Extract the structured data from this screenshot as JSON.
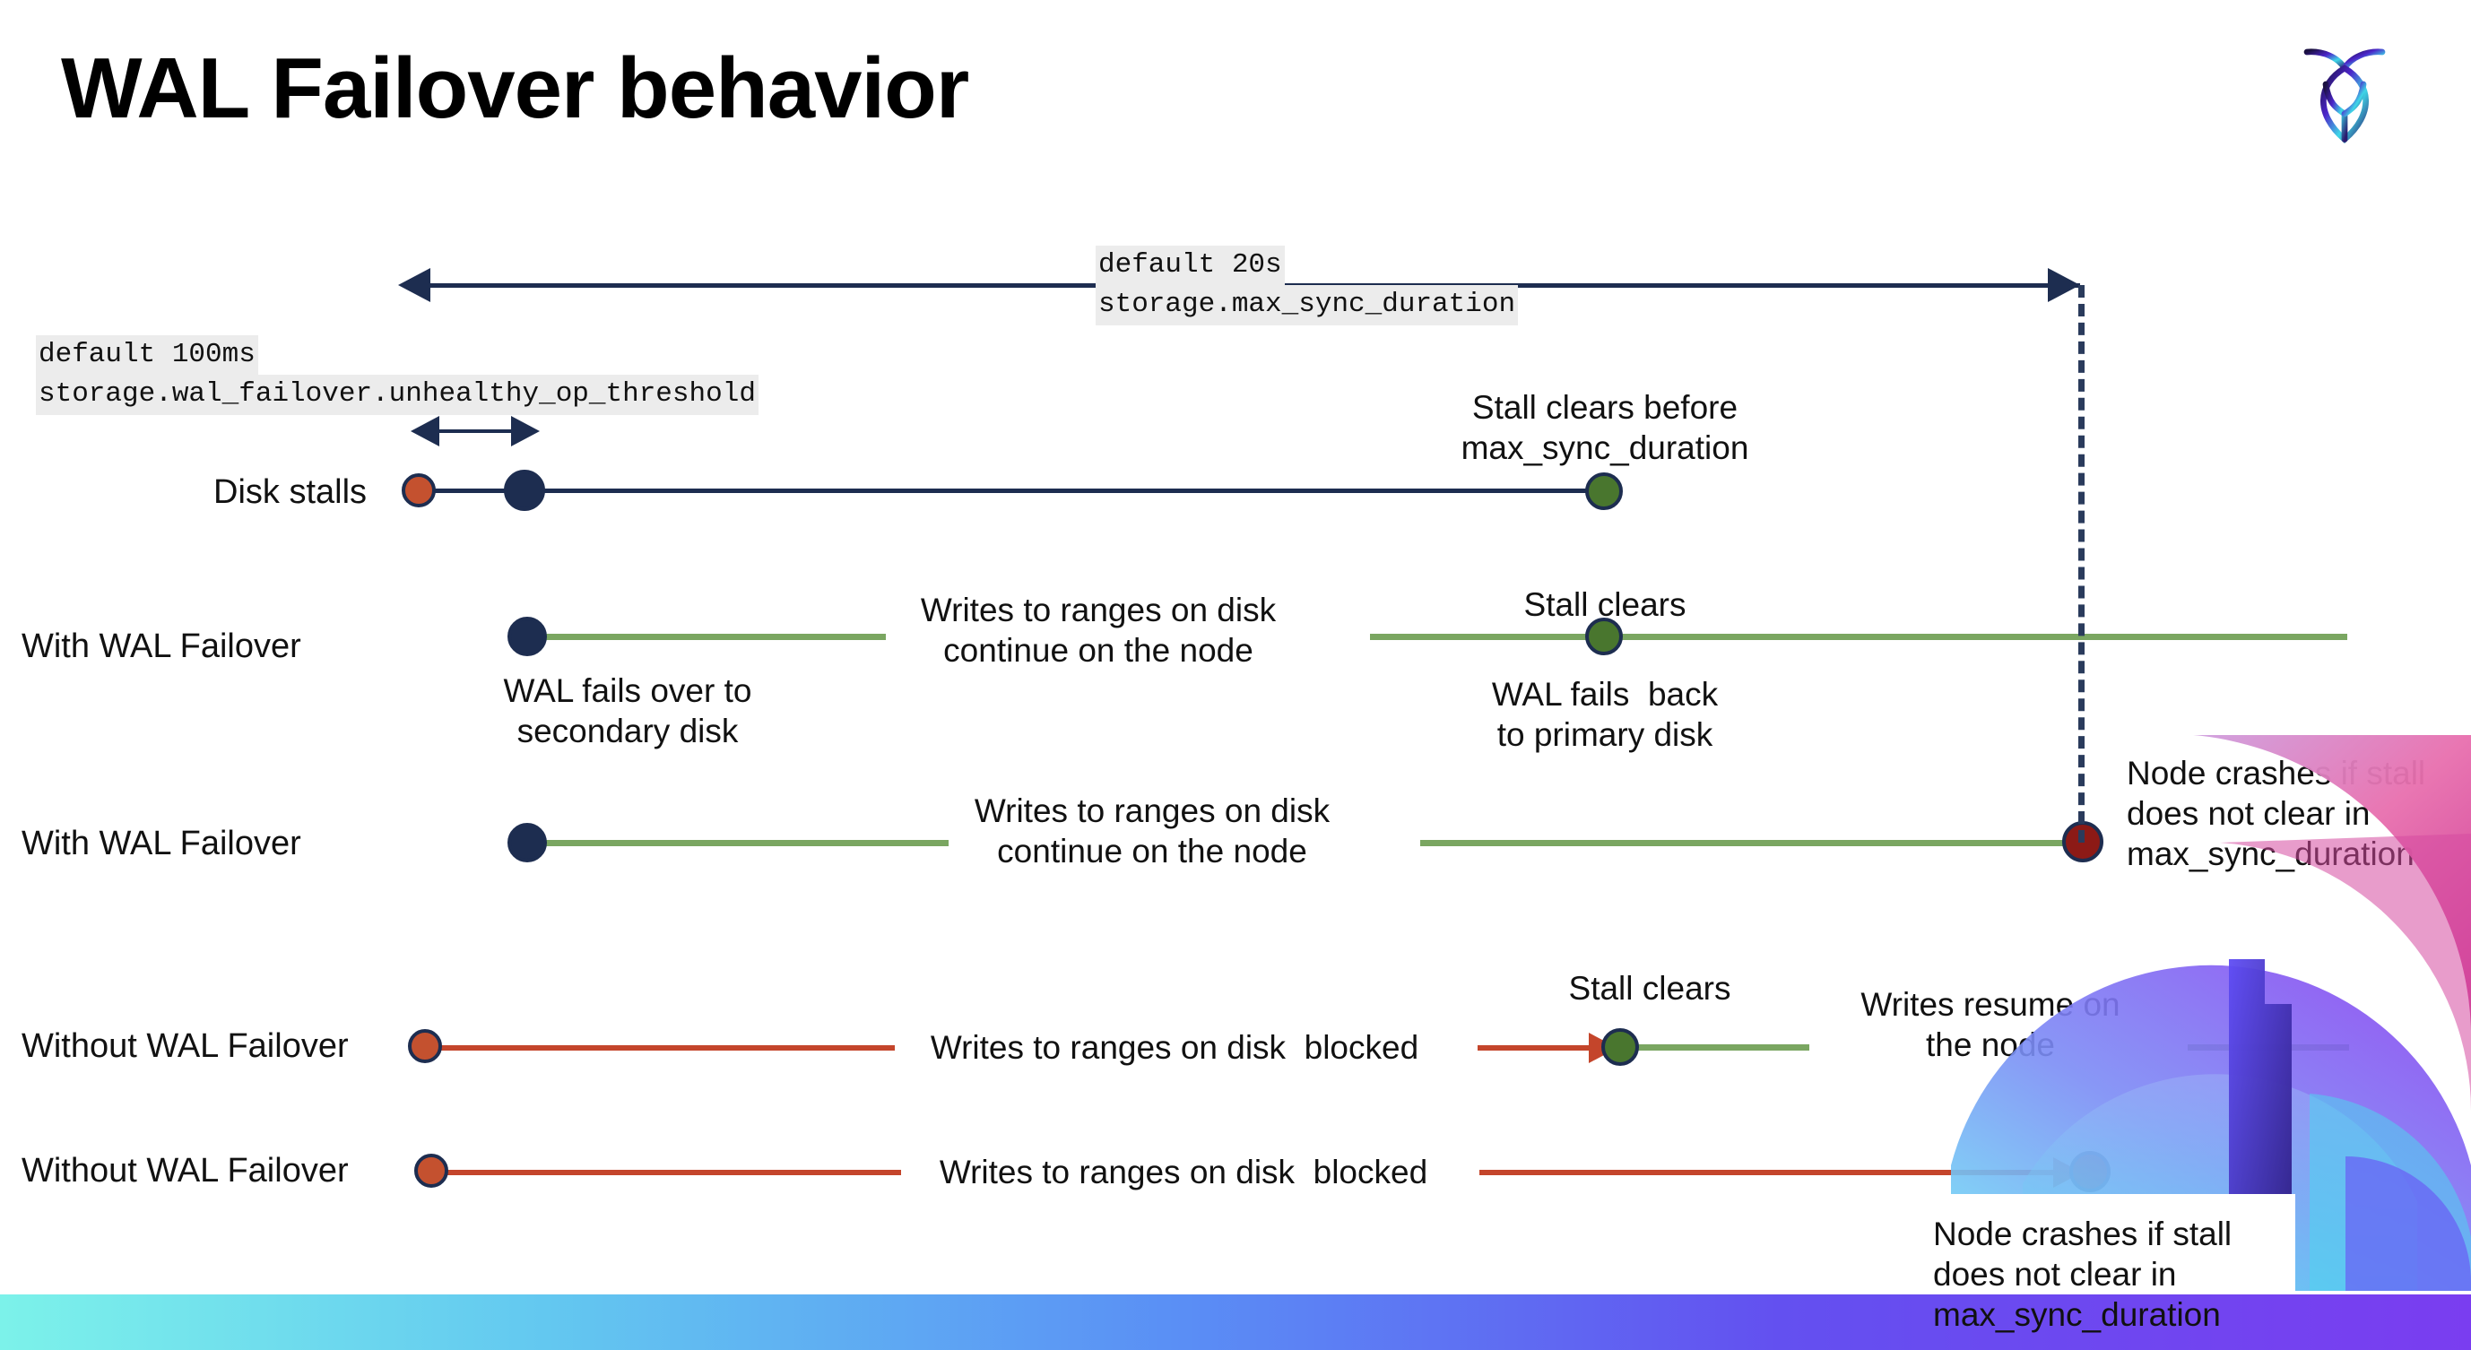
{
  "slide": {
    "title": "WAL Failover behavior",
    "logo_name": "cockroachdb-logo"
  },
  "settings": [
    {
      "id": "max-sync-duration",
      "default_label": "default 20s",
      "setting_name": "storage.max_sync_duration"
    },
    {
      "id": "unhealthy-op-threshold",
      "default_label": "default 100ms",
      "setting_name": "storage.wal_failover.unhealthy_op_threshold"
    }
  ],
  "rows": [
    {
      "label": "Disk stalls"
    },
    {
      "label": "With WAL Failover"
    },
    {
      "label": "With WAL Failover"
    },
    {
      "label": "Without WAL Failover"
    },
    {
      "label": "Without WAL Failover"
    }
  ],
  "annotations": {
    "stall_clears_before": "Stall clears before\nmax_sync_duration",
    "writes_continue_1": "Writes to ranges on disk\ncontinue on the node",
    "stall_clears_2": "Stall clears",
    "wal_fails_over": "WAL fails over to\nsecondary disk",
    "wal_fails_back": "WAL fails  back\nto primary disk",
    "writes_continue_2": "Writes to ranges on disk\ncontinue on the node",
    "node_crashes_1": "Node crashes if stall\ndoes not clear in\nmax_sync_duration",
    "writes_blocked_1": "Writes to ranges on disk  blocked",
    "stall_clears_3": "Stall clears",
    "writes_resume": "Writes resume on\nthe node",
    "writes_blocked_2": "Writes to ranges on disk  blocked",
    "node_crashes_2": "Node crashes if stall\ndoes not clear in\nmax_sync_duration"
  },
  "colors": {
    "navy": "#1d2d50",
    "red_dot": "#c4512f",
    "green_dot": "#49762e",
    "dark_red_dot": "#8c1a16",
    "green_line": "#7aa661",
    "red_line": "#c4452b",
    "code_bg": "#ececec",
    "bar_start": "#7cf2ea",
    "bar_end": "#7a3df0"
  }
}
